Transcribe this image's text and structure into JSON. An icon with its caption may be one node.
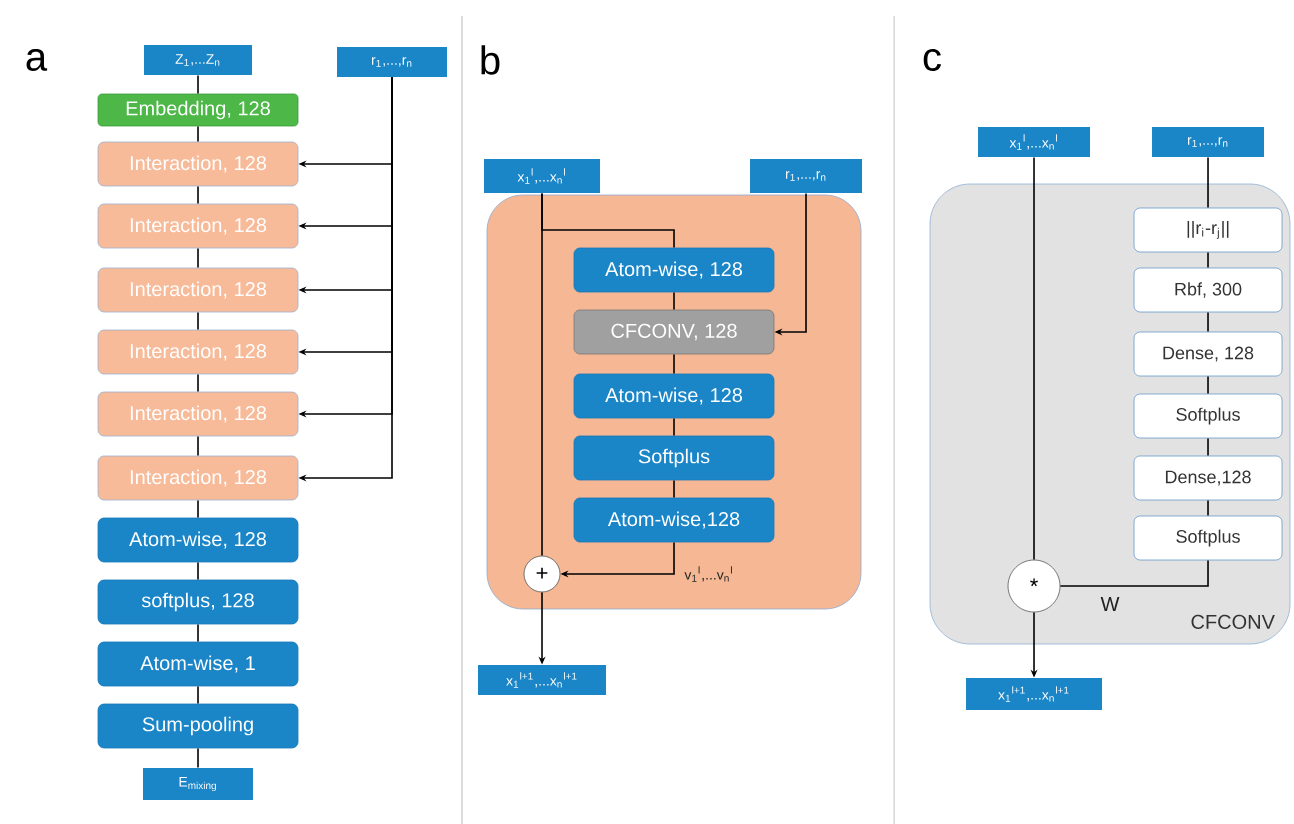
{
  "diagram": {
    "nodes": [
      {
        "text": [
          "Z$_{1}$,...Z$_{n}$"
        ]
      },
      {
        "text": [
          "r$_{1}$,...,r$_{n}$"
        ]
      },
      {
        "text": [
          "Embedding, 128"
        ]
      },
      {
        "text": [
          "Interaction, 128"
        ]
      },
      {
        "text": [
          "Interaction, 128"
        ]
      },
      {
        "text": [
          "Interaction, 128"
        ]
      },
      {
        "text": [
          "Interaction, 128"
        ]
      },
      {
        "text": [
          "Interaction, 128"
        ]
      },
      {
        "text": [
          "Interaction, 128"
        ]
      },
      {
        "text": [
          "Atom-wise, 128"
        ]
      },
      {
        "text": [
          "softplus, 128"
        ]
      },
      {
        "text": [
          "Atom-wise, 1"
        ]
      },
      {
        "text": [
          "Sum-pooling"
        ]
      },
      {
        "text": [
          "E$_{mixing}$"
        ]
      },
      {
        "text": [
          "x$_{1}$$^{l}$,...x$_{n}$$^{l}$"
        ]
      },
      {
        "text": [
          "r$_{1}$,...,r$_{n}$"
        ]
      },
      {
        "text": [],
        "shape": "box"
      },
      {
        "text": [
          "Atom-wise, 128"
        ],
        "in": 16
      },
      {
        "text": [
          "CFCONV, 128"
        ],
        "in": 16
      },
      {
        "text": [
          "Atom-wise, 128"
        ],
        "in": 16
      },
      {
        "text": [
          "Softplus"
        ],
        "in": 16
      },
      {
        "text": [
          "Atom-wise,128"
        ],
        "in": 16
      },
      {
        "text": [
          "+"
        ],
        "in": 16
      },
      {
        "text": [
          "x$_{1}$$^{l+1}$,...x$_{n}$$^{l+1}$"
        ]
      },
      {
        "text": [
          "x$_{1}$$^{l}$,...x$_{n}$$^{l}$"
        ]
      },
      {
        "text": [
          "r$_{1}$,...,r$_{n}$"
        ]
      },
      {
        "text": [
          "CFCONV"
        ]
      },
      {
        "text": [
          "||r$_{i}$-r$_{j}$||"
        ],
        "in": 26
      },
      {
        "text": [
          "Rbf, 300"
        ],
        "in": 26
      },
      {
        "text": [
          "Dense, 128"
        ],
        "in": 26
      },
      {
        "text": [
          "Softplus"
        ],
        "in": 26
      },
      {
        "text": [
          "Dense,128"
        ],
        "in": 26
      },
      {
        "text": [
          "Softplus"
        ],
        "in": 26
      },
      {
        "text": [
          "*"
        ],
        "in": 26
      },
      {
        "text": [
          "x$_{1}$$^{l+1}$,...x$_{n}$$^{l+1}$"
        ]
      }
    ],
    "edges": [
      {
        "from": 0,
        "to": 2,
        "arrow": "none"
      },
      {
        "from": 2,
        "to": 3,
        "arrow": "none"
      },
      {
        "from": 3,
        "to": 4,
        "arrow": "none"
      },
      {
        "from": 4,
        "to": 5,
        "arrow": "none"
      },
      {
        "from": 5,
        "to": 6,
        "arrow": "none"
      },
      {
        "from": 6,
        "to": 7,
        "arrow": "none"
      },
      {
        "from": 7,
        "to": 8,
        "arrow": "none"
      },
      {
        "from": 8,
        "to": 9,
        "arrow": "none"
      },
      {
        "from": 9,
        "to": 10,
        "arrow": "none"
      },
      {
        "from": 10,
        "to": 11,
        "arrow": "none"
      },
      {
        "from": 11,
        "to": 12,
        "arrow": "none"
      },
      {
        "from": 12,
        "to": 13,
        "arrow": "none"
      },
      {
        "from": 1,
        "to": 3,
        "arrow": "to"
      },
      {
        "from": 1,
        "to": 4,
        "arrow": "to"
      },
      {
        "from": 1,
        "to": 5,
        "arrow": "to"
      },
      {
        "from": 1,
        "to": 6,
        "arrow": "to"
      },
      {
        "from": 1,
        "to": 7,
        "arrow": "to"
      },
      {
        "from": 1,
        "to": 8,
        "arrow": "to"
      },
      {
        "from": 14,
        "to": 22,
        "arrow": "none"
      },
      {
        "from": 14,
        "to": 17,
        "arrow": "none"
      },
      {
        "from": 17,
        "to": 18,
        "arrow": "none"
      },
      {
        "from": 15,
        "to": 18,
        "arrow": "to"
      },
      {
        "from": 18,
        "to": 19,
        "arrow": "none"
      },
      {
        "from": 19,
        "to": 20,
        "arrow": "none"
      },
      {
        "from": 20,
        "to": 21,
        "arrow": "none"
      },
      {
        "from": 21,
        "to": 22,
        "arrow": "to",
        "label": "v$_{1}$$^{l}$,...v$_{n}$$^{l}$"
      },
      {
        "from": 22,
        "to": 23,
        "arrow": "to"
      },
      {
        "from": 24,
        "to": 33,
        "arrow": "none"
      },
      {
        "from": 25,
        "to": 27,
        "arrow": "none"
      },
      {
        "from": 27,
        "to": 28,
        "arrow": "none"
      },
      {
        "from": 28,
        "to": 29,
        "arrow": "none"
      },
      {
        "from": 29,
        "to": 30,
        "arrow": "none"
      },
      {
        "from": 30,
        "to": 31,
        "arrow": "none"
      },
      {
        "from": 31,
        "to": 32,
        "arrow": "none"
      },
      {
        "from": 32,
        "to": 33,
        "arrow": "none",
        "label": "W"
      },
      {
        "from": 33,
        "to": 34,
        "arrow": "to"
      }
    ],
    "labels": [
      "a",
      "b",
      "c"
    ]
  }
}
